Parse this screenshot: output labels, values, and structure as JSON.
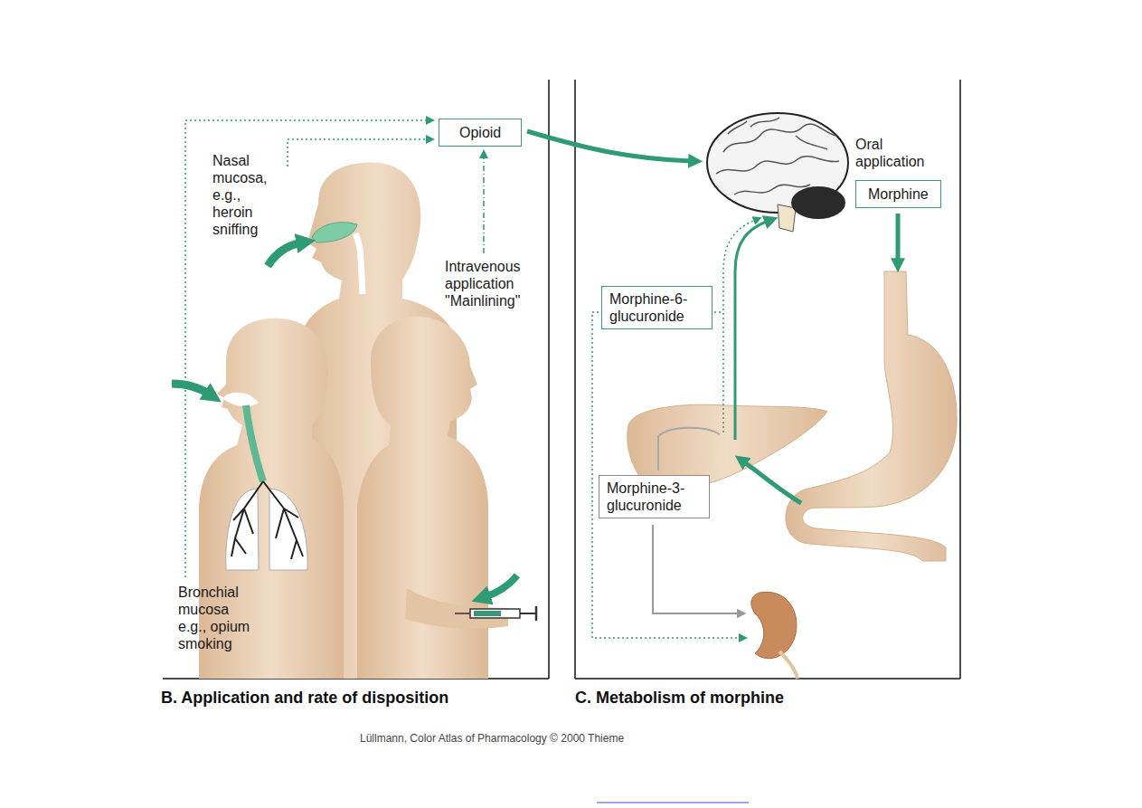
{
  "diagram": {
    "nodes": [
      {
        "text": [
          "Opioid"
        ]
      },
      {
        "text": [
          "Morphine"
        ]
      },
      {
        "text": [
          "Morphine-6- glucuronide"
        ]
      },
      {
        "text": [
          "Morphine-3- glucuronide"
        ]
      }
    ],
    "labels": [
      "Nasal mucosa, e.g., heroin sniffing",
      "Intravenous application \"Mainlining\"",
      "Bronchial mucosa e.g., opium smoking",
      "Oral application",
      "B. Application and rate of disposition",
      "C. Metabolism of morphine",
      "Lüllmann, Color Atlas of Pharmacology © 2000 Thieme"
    ]
  }
}
